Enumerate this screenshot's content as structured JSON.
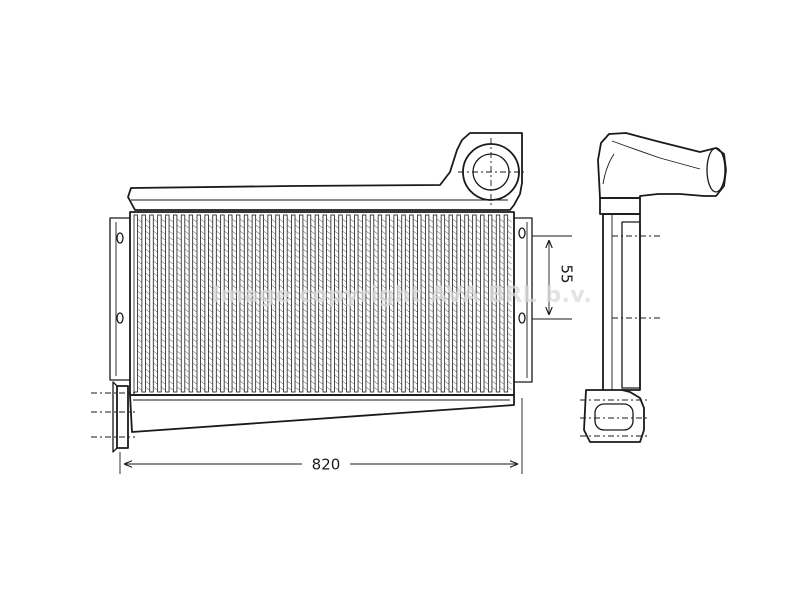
{
  "watermark": "Image copyright AVA BRL b.v.",
  "dimensions": {
    "width_label": "820",
    "height_label": "55"
  },
  "parts": {
    "core_fin_count": 48
  }
}
